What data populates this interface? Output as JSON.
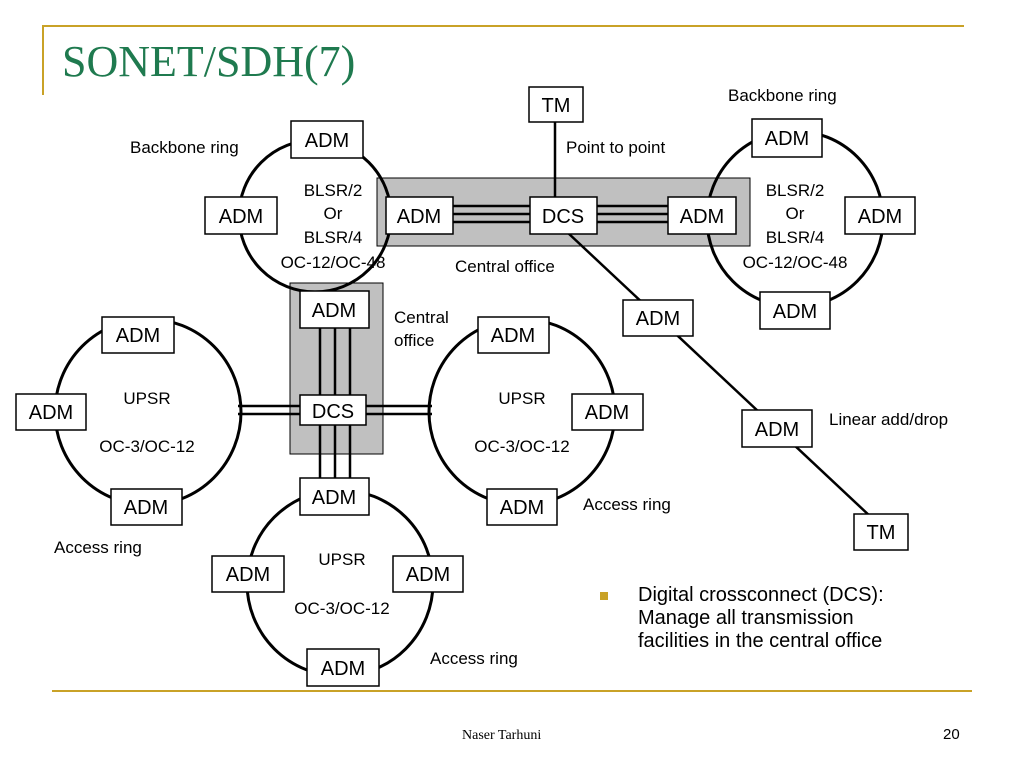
{
  "slide": {
    "title": "SONET/SDH(7)",
    "author": "Naser Tarhuni",
    "page": "20",
    "accent_color": "#c9a227",
    "title_color": "#1f7a4f",
    "office_fill": "#c0c0c0"
  },
  "diagram": {
    "device_labels": {
      "adm": "ADM",
      "dcs": "DCS",
      "tm": "TM"
    },
    "backbone_left": {
      "caption": "Backbone ring",
      "lines": [
        "BLSR/2",
        "Or",
        "BLSR/4",
        "OC-12/OC-48"
      ]
    },
    "backbone_right": {
      "caption": "Backbone ring",
      "lines": [
        "BLSR/2",
        "Or",
        "BLSR/4",
        "OC-12/OC-48"
      ]
    },
    "access_left": {
      "protocol": "UPSR",
      "rate": "OC-3/OC-12",
      "caption": "Access ring"
    },
    "access_right": {
      "protocol": "UPSR",
      "rate": "OC-3/OC-12",
      "caption": "Access ring"
    },
    "access_bottom": {
      "protocol": "UPSR",
      "rate": "OC-3/OC-12",
      "caption": "Access ring"
    },
    "central_office_top": "Central office",
    "central_office_left": [
      "Central",
      "office"
    ],
    "point_to_point": "Point to point",
    "linear_add_drop": "Linear add/drop"
  },
  "bullet": {
    "lines": [
      "Digital crossconnect (DCS):",
      "Manage all transmission",
      "facilities in the central office"
    ]
  }
}
